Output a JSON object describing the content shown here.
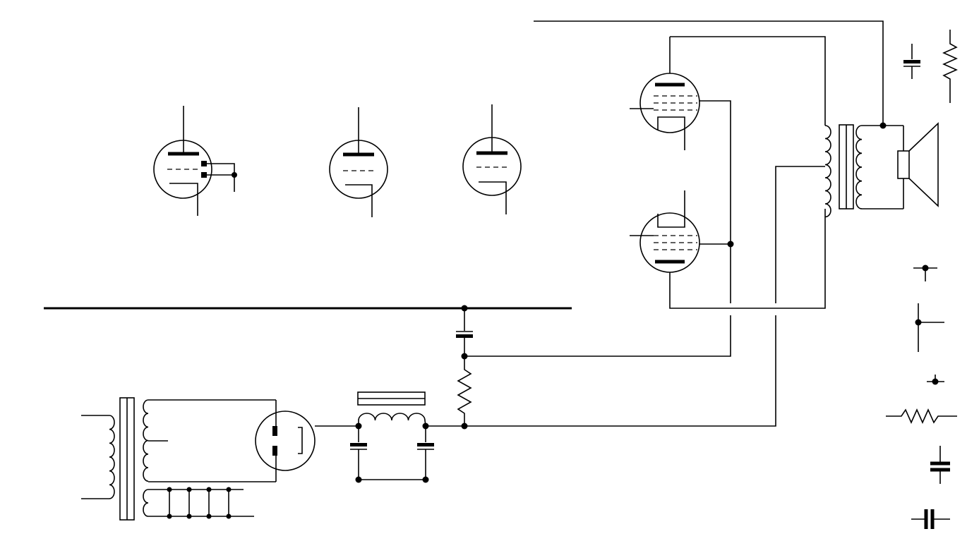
{
  "diagram": {
    "kind": "schematic",
    "ink_color": "#000000",
    "background_color": "#ffffff",
    "components": [
      {
        "id": "triode-dual-grid",
        "type": "vacuum-tube"
      },
      {
        "id": "triode-a",
        "type": "vacuum-tube"
      },
      {
        "id": "triode-b",
        "type": "vacuum-tube"
      },
      {
        "id": "power-tube-upper",
        "type": "vacuum-tube"
      },
      {
        "id": "power-tube-lower",
        "type": "vacuum-tube"
      },
      {
        "id": "rectifier-tube",
        "type": "vacuum-tube"
      },
      {
        "id": "power-transformer",
        "type": "transformer"
      },
      {
        "id": "output-transformer",
        "type": "transformer"
      },
      {
        "id": "filter-choke",
        "type": "inductor"
      },
      {
        "id": "loudspeaker",
        "type": "speaker"
      },
      {
        "id": "dropping-resistor",
        "type": "resistor"
      },
      {
        "id": "filter-capacitor-1",
        "type": "electrolytic-capacitor"
      },
      {
        "id": "filter-capacitor-2",
        "type": "electrolytic-capacitor"
      },
      {
        "id": "bypass-capacitor",
        "type": "electrolytic-capacitor"
      }
    ],
    "legend_symbols": [
      "electrolytic-capacitor-symbol",
      "resistor-vertical-symbol",
      "junction-symbol",
      "tee-junction-symbol",
      "dot-symbol",
      "resistor-horizontal-symbol",
      "capacitor-vertical-symbol",
      "capacitor-horizontal-symbol"
    ]
  }
}
